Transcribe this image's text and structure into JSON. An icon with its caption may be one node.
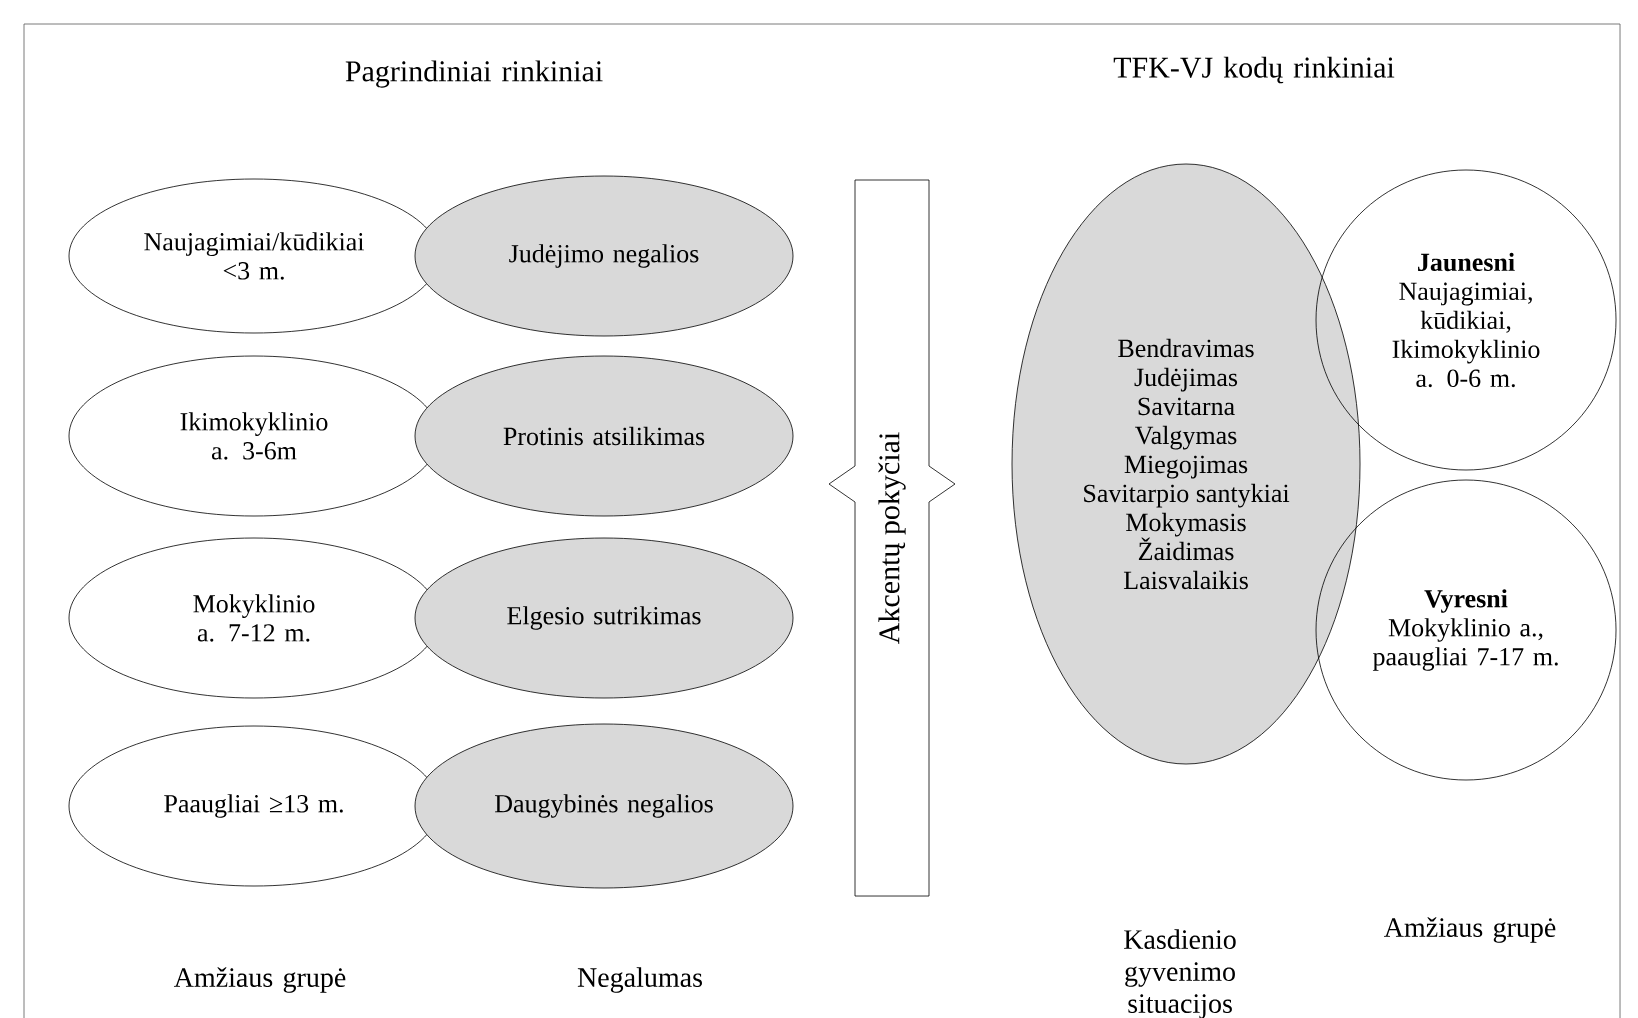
{
  "diagram": {
    "nodes": [
      {
        "text": [
          "Naujagimiai/kūdikiai <3 m."
        ]
      },
      {
        "text": [
          "Judėjimo negalios"
        ]
      },
      {
        "text": [
          "Ikimokyklinio a. 3-6m"
        ]
      },
      {
        "text": [
          "Protinis atsilikimas"
        ]
      },
      {
        "text": [
          "Mokyklinio a. 7-12 m."
        ]
      },
      {
        "text": [
          "Elgesio sutrikimas"
        ]
      },
      {
        "text": [
          "Paaugliai ≥13 m."
        ]
      },
      {
        "text": [
          "Daugybinės negalios"
        ]
      },
      {
        "text": [
          "Akcentų pokyčiai"
        ]
      },
      {
        "text": [
          "Bendravimas",
          "Judėjimas",
          "Savitarna",
          "Valgymas",
          "Miegojimas",
          "Savitarpio santykiai",
          "Mokymasis",
          "Žaidimas",
          "Laisvalaikis"
        ]
      },
      {
        "text": [
          "Jaunesni",
          "Naujagimiai, kūdikiai, Ikimokyklinio a. 0-6 m."
        ]
      },
      {
        "text": [
          "Vyresni",
          "Mokyklinio a., paaugliai 7-17 m."
        ]
      }
    ],
    "labels": [
      "Pagrindiniai rinkiniai",
      "TFK-VJ kodų rinkiniai",
      "Amžiaus grupė",
      "Negalumas",
      "Kasdienio gyvenimo situacijos",
      "Amžiaus grupė"
    ]
  }
}
